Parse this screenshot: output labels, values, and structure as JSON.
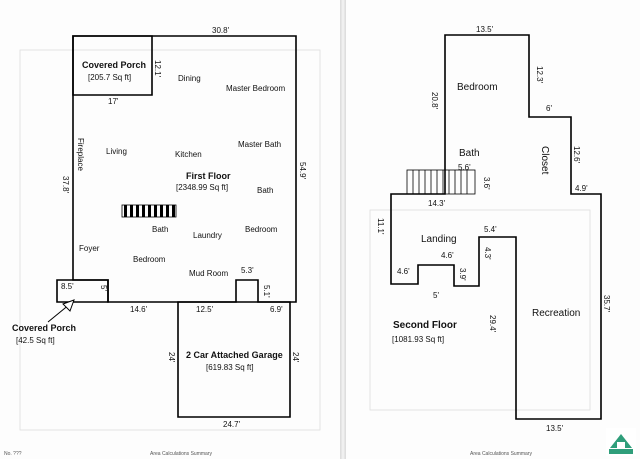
{
  "first_floor": {
    "title": "First Floor",
    "area": "[2348.99 Sq ft]",
    "covered_porch_top": {
      "label": "Covered Porch",
      "area": "[205.7 Sq ft]"
    },
    "covered_porch_bottom": {
      "label": "Covered Porch",
      "area": "[42.5 Sq ft]"
    },
    "garage": {
      "label": "2 Car Attached Garage",
      "area": "[619.83 Sq ft]"
    },
    "rooms": {
      "dining": "Dining",
      "master_bedroom": "Master Bedroom",
      "living": "Living",
      "kitchen": "Kitchen",
      "master_bath": "Master Bath",
      "bath_right": "Bath",
      "fireplace": "Fireplace",
      "bath_center": "Bath",
      "laundry": "Laundry",
      "bedroom_right": "Bedroom",
      "foyer": "Foyer",
      "bedroom_left": "Bedroom",
      "mud_room": "Mud Room"
    },
    "dims": {
      "top": "30.8'",
      "porch_side": "12.1'",
      "porch_bottom": "17'",
      "left": "37.8'",
      "right": "54.9'",
      "notch_top": "5.3'",
      "notch_side": "5.1'",
      "porch_small_w": "8.5'",
      "porch_small_h": "5'",
      "bottom_left": "14.6'",
      "bottom_mid": "12.5'",
      "bottom_right": "6.9'",
      "garage_left": "24'",
      "garage_right": "24'",
      "garage_bottom": "24.7'"
    },
    "footer": "Area Calculations Summary",
    "corner_note": "No. ???"
  },
  "second_floor": {
    "title": "Second Floor",
    "area": "[1081.93 Sq ft]",
    "rooms": {
      "bedroom": "Bedroom",
      "bath": "Bath",
      "closet": "Closet",
      "landing": "Landing",
      "recreation": "Recreation"
    },
    "dims": {
      "top": "13.5'",
      "left_bedroom": "20.8'",
      "closet_right_upper": "12.3'",
      "closet_notch": "6'",
      "closet_right_lower": "12.6'",
      "closet_step": "4.9'",
      "bath_width": "5.6'",
      "stair_side": "3.6'",
      "landing_top": "14.3'",
      "landing_left": "11.1'",
      "landing_notch_w": "4.6'",
      "landing_inner_w": "4.6'",
      "landing_inner_h": "3.9'",
      "landing_bottom": "5'",
      "rec_top": "5.4'",
      "rec_step": "4.3'",
      "rec_left": "29.4'",
      "rec_right": "35.7'",
      "bottom": "13.5'"
    },
    "footer": "Area Calculations Summary"
  }
}
